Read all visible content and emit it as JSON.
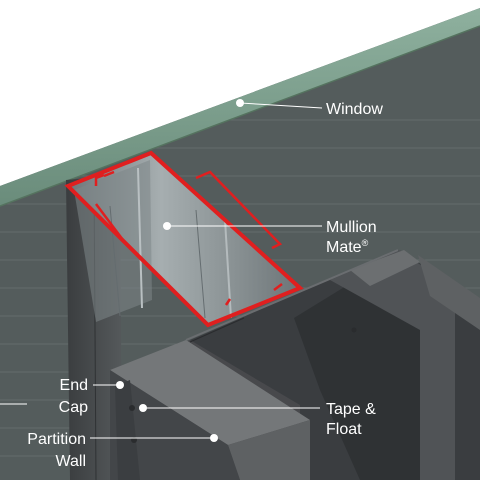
{
  "labels": {
    "window": "Window",
    "mullion_line1": "Mullion",
    "mullion_line2": "Mate",
    "mullion_mark": "®",
    "endcap_line1": "End",
    "endcap_line2": "Cap",
    "tape_line1": "Tape &",
    "tape_line2": "Float",
    "partition_line1": "Partition",
    "partition_line2": "Wall"
  },
  "colors": {
    "glass": "#7d9e8d",
    "background_wall": "#545c5c",
    "siding_line": "#636b6b",
    "mullion": "#8f9799",
    "outline": "#e01f1f",
    "partition": "#4a4d50",
    "partition_top": "#727577",
    "label_text": "#ffffff"
  }
}
